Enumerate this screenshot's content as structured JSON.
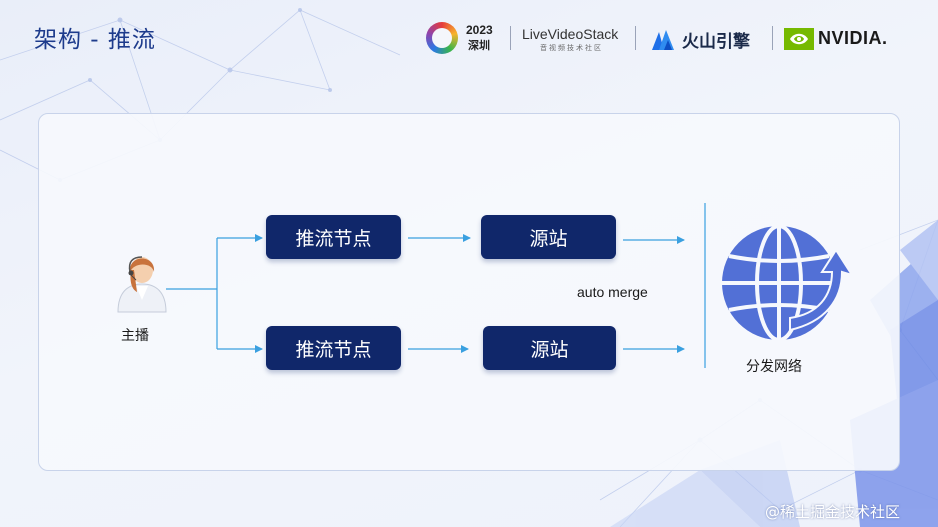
{
  "slide": {
    "title": "架构 - 推流"
  },
  "logos": {
    "conference_year": "2023",
    "conference_city": "深圳",
    "livevideostack": "LiveVideoStack",
    "livevideostack_sub": "音视频技术社区",
    "volcengine": "火山引擎",
    "nvidia": "NVIDIA."
  },
  "diagram": {
    "streamer_label": "主播",
    "push_node_top": "推流节点",
    "push_node_bottom": "推流节点",
    "origin_top": "源站",
    "origin_bottom": "源站",
    "merge_label": "auto merge",
    "cdn_label": "分发网络"
  },
  "colors": {
    "title": "#1d3b8c",
    "node_fill": "#10276a",
    "arrow": "#3aa0e0",
    "globe": "#5270d6"
  },
  "icons": {
    "streamer": "person-headset-icon",
    "cdn": "globe-arrow-icon"
  },
  "watermark": "@稀土掘金技术社区"
}
